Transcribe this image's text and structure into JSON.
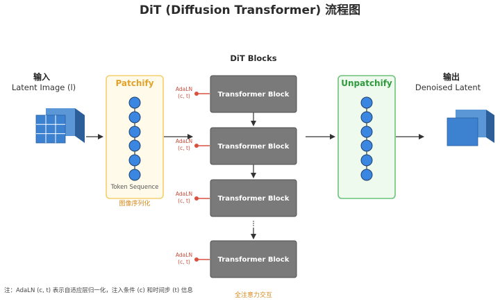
{
  "title": "DiT (Diffusion Transformer) 流程图",
  "blocks_header": "DiT Blocks",
  "input": {
    "label": "输入",
    "sublabel": "Latent Image (l)"
  },
  "output": {
    "label": "输出",
    "sublabel": "Denoised Latent"
  },
  "patchify": {
    "title": "Patchify",
    "inner_caption": "Token Sequence",
    "caption": "图像序列化"
  },
  "unpatchify": {
    "title": "Unpatchify"
  },
  "blocks": [
    {
      "label": "Transformer Block",
      "cond_line1": "AdaLN",
      "cond_line2": "(c, t)"
    },
    {
      "label": "Transformer Block",
      "cond_line1": "AdaLN",
      "cond_line2": "(c, t)"
    },
    {
      "label": "Transformer Block",
      "cond_line1": "AdaLN",
      "cond_line2": "(c, t)"
    },
    {
      "label": "Transformer Block",
      "cond_line1": "AdaLN",
      "cond_line2": "(c, t)"
    }
  ],
  "blocks_caption": "全注意力交互",
  "footnote": "注：AdaLN (c, t) 表示自适应层归一化，注入条件 (c) 和时间步 (t) 信息",
  "colors": {
    "patchify_border": "#f3cf6e",
    "patchify_fill": "#fffaea",
    "unpatchify_border": "#6cc27a",
    "unpatchify_fill": "#effaef",
    "block_fill": "#7a7a7a",
    "token": "#3a86e0",
    "adaln": "#d9503f"
  }
}
